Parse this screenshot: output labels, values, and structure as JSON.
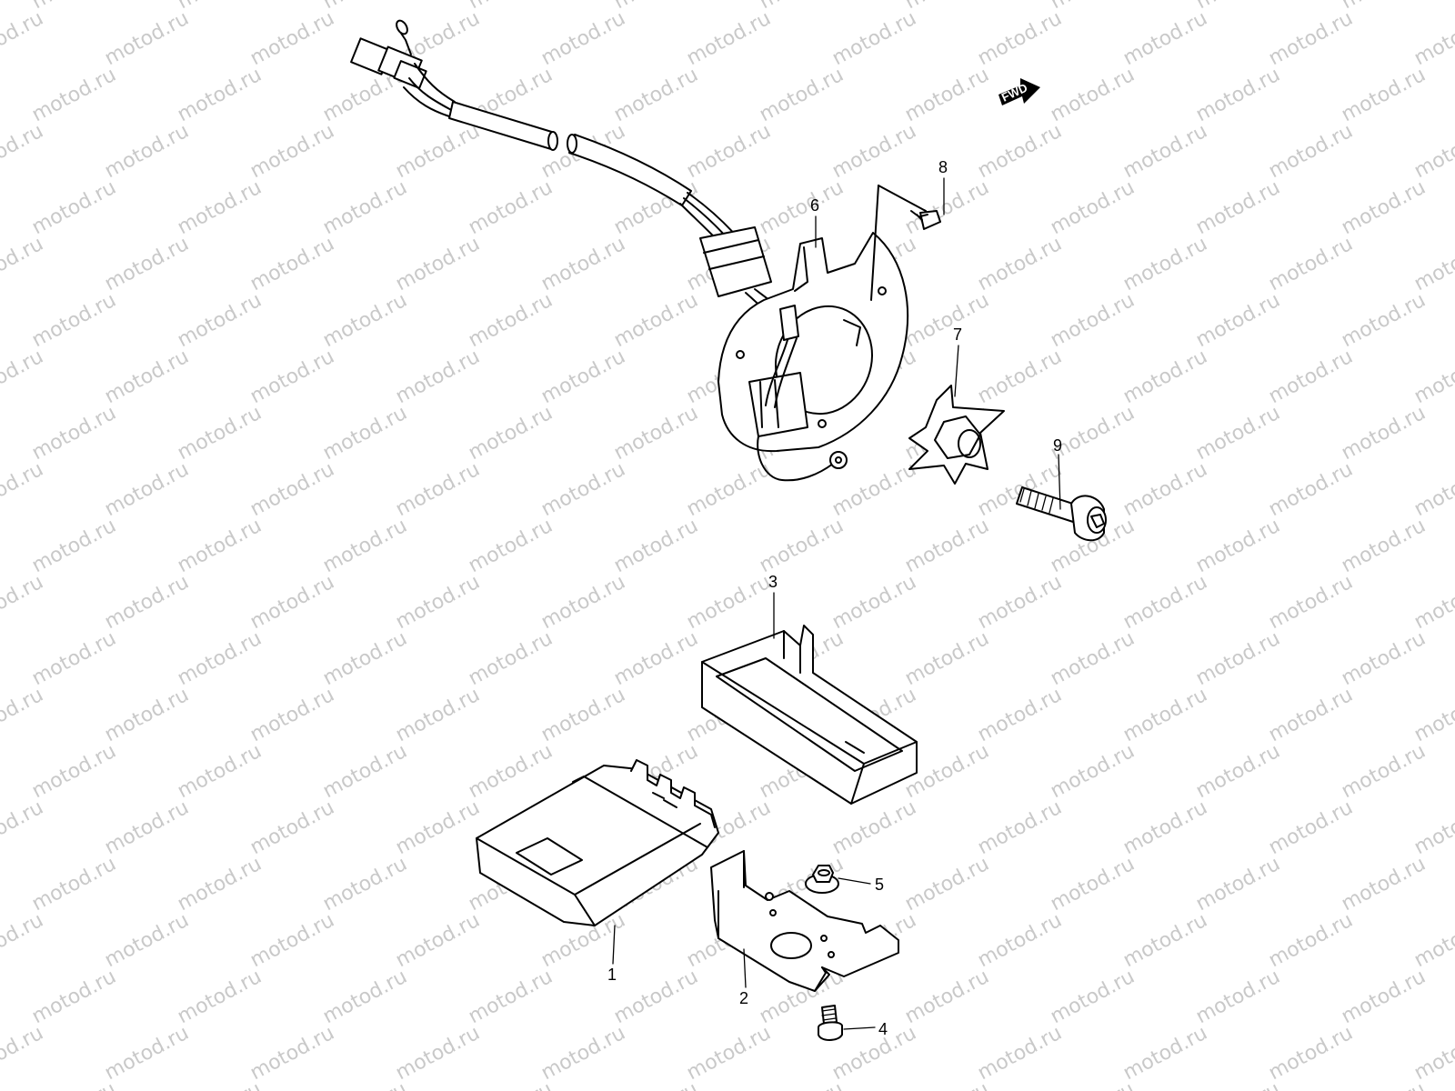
{
  "watermark": "motod.ru",
  "direction_badge": "FWD",
  "callouts": [
    {
      "id": "1",
      "part": "control-unit"
    },
    {
      "id": "2",
      "part": "mounting-bracket"
    },
    {
      "id": "3",
      "part": "unit-holder"
    },
    {
      "id": "4",
      "part": "bolt"
    },
    {
      "id": "5",
      "part": "nut"
    },
    {
      "id": "6",
      "part": "pickup-coil-assembly"
    },
    {
      "id": "7",
      "part": "signal-rotor"
    },
    {
      "id": "8",
      "part": "screw"
    },
    {
      "id": "9",
      "part": "rotor-bolt"
    }
  ]
}
